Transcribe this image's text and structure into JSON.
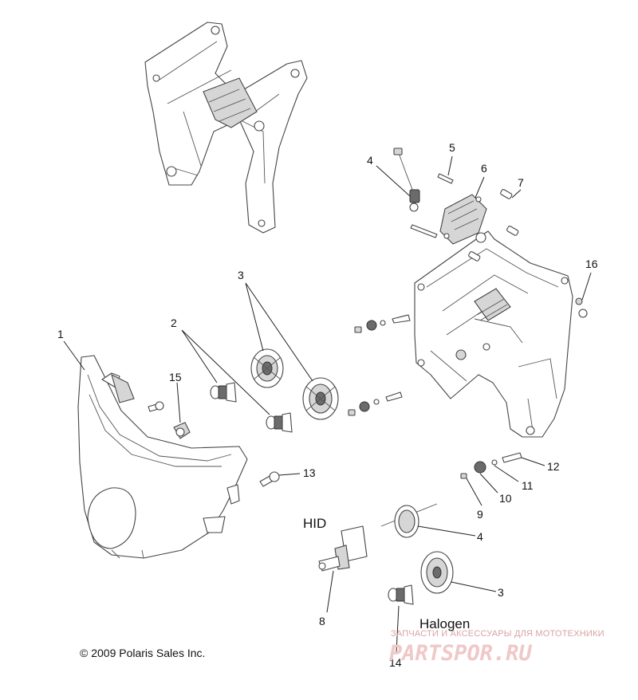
{
  "diagram": {
    "callouts": [
      {
        "id": "1",
        "label": "1"
      },
      {
        "id": "2",
        "label": "2"
      },
      {
        "id": "3a",
        "label": "3"
      },
      {
        "id": "4a",
        "label": "4"
      },
      {
        "id": "5",
        "label": "5"
      },
      {
        "id": "6",
        "label": "6"
      },
      {
        "id": "7",
        "label": "7"
      },
      {
        "id": "16",
        "label": "16"
      },
      {
        "id": "15",
        "label": "15"
      },
      {
        "id": "13",
        "label": "13"
      },
      {
        "id": "12",
        "label": "12"
      },
      {
        "id": "11",
        "label": "11"
      },
      {
        "id": "10",
        "label": "10"
      },
      {
        "id": "9",
        "label": "9"
      },
      {
        "id": "4b",
        "label": "4"
      },
      {
        "id": "3b",
        "label": "3"
      },
      {
        "id": "8",
        "label": "8"
      },
      {
        "id": "14",
        "label": "14"
      }
    ],
    "section_labels": {
      "hid": "HID",
      "halogen": "Halogen"
    },
    "copyright": "© 2009 Polaris Sales Inc.",
    "watermark": {
      "tagline": "ЗАПЧАСТИ И АКСЕССУАРЫ ДЛЯ МОТОТЕХНИКИ",
      "logo": "PARTSPOR.RU"
    }
  }
}
